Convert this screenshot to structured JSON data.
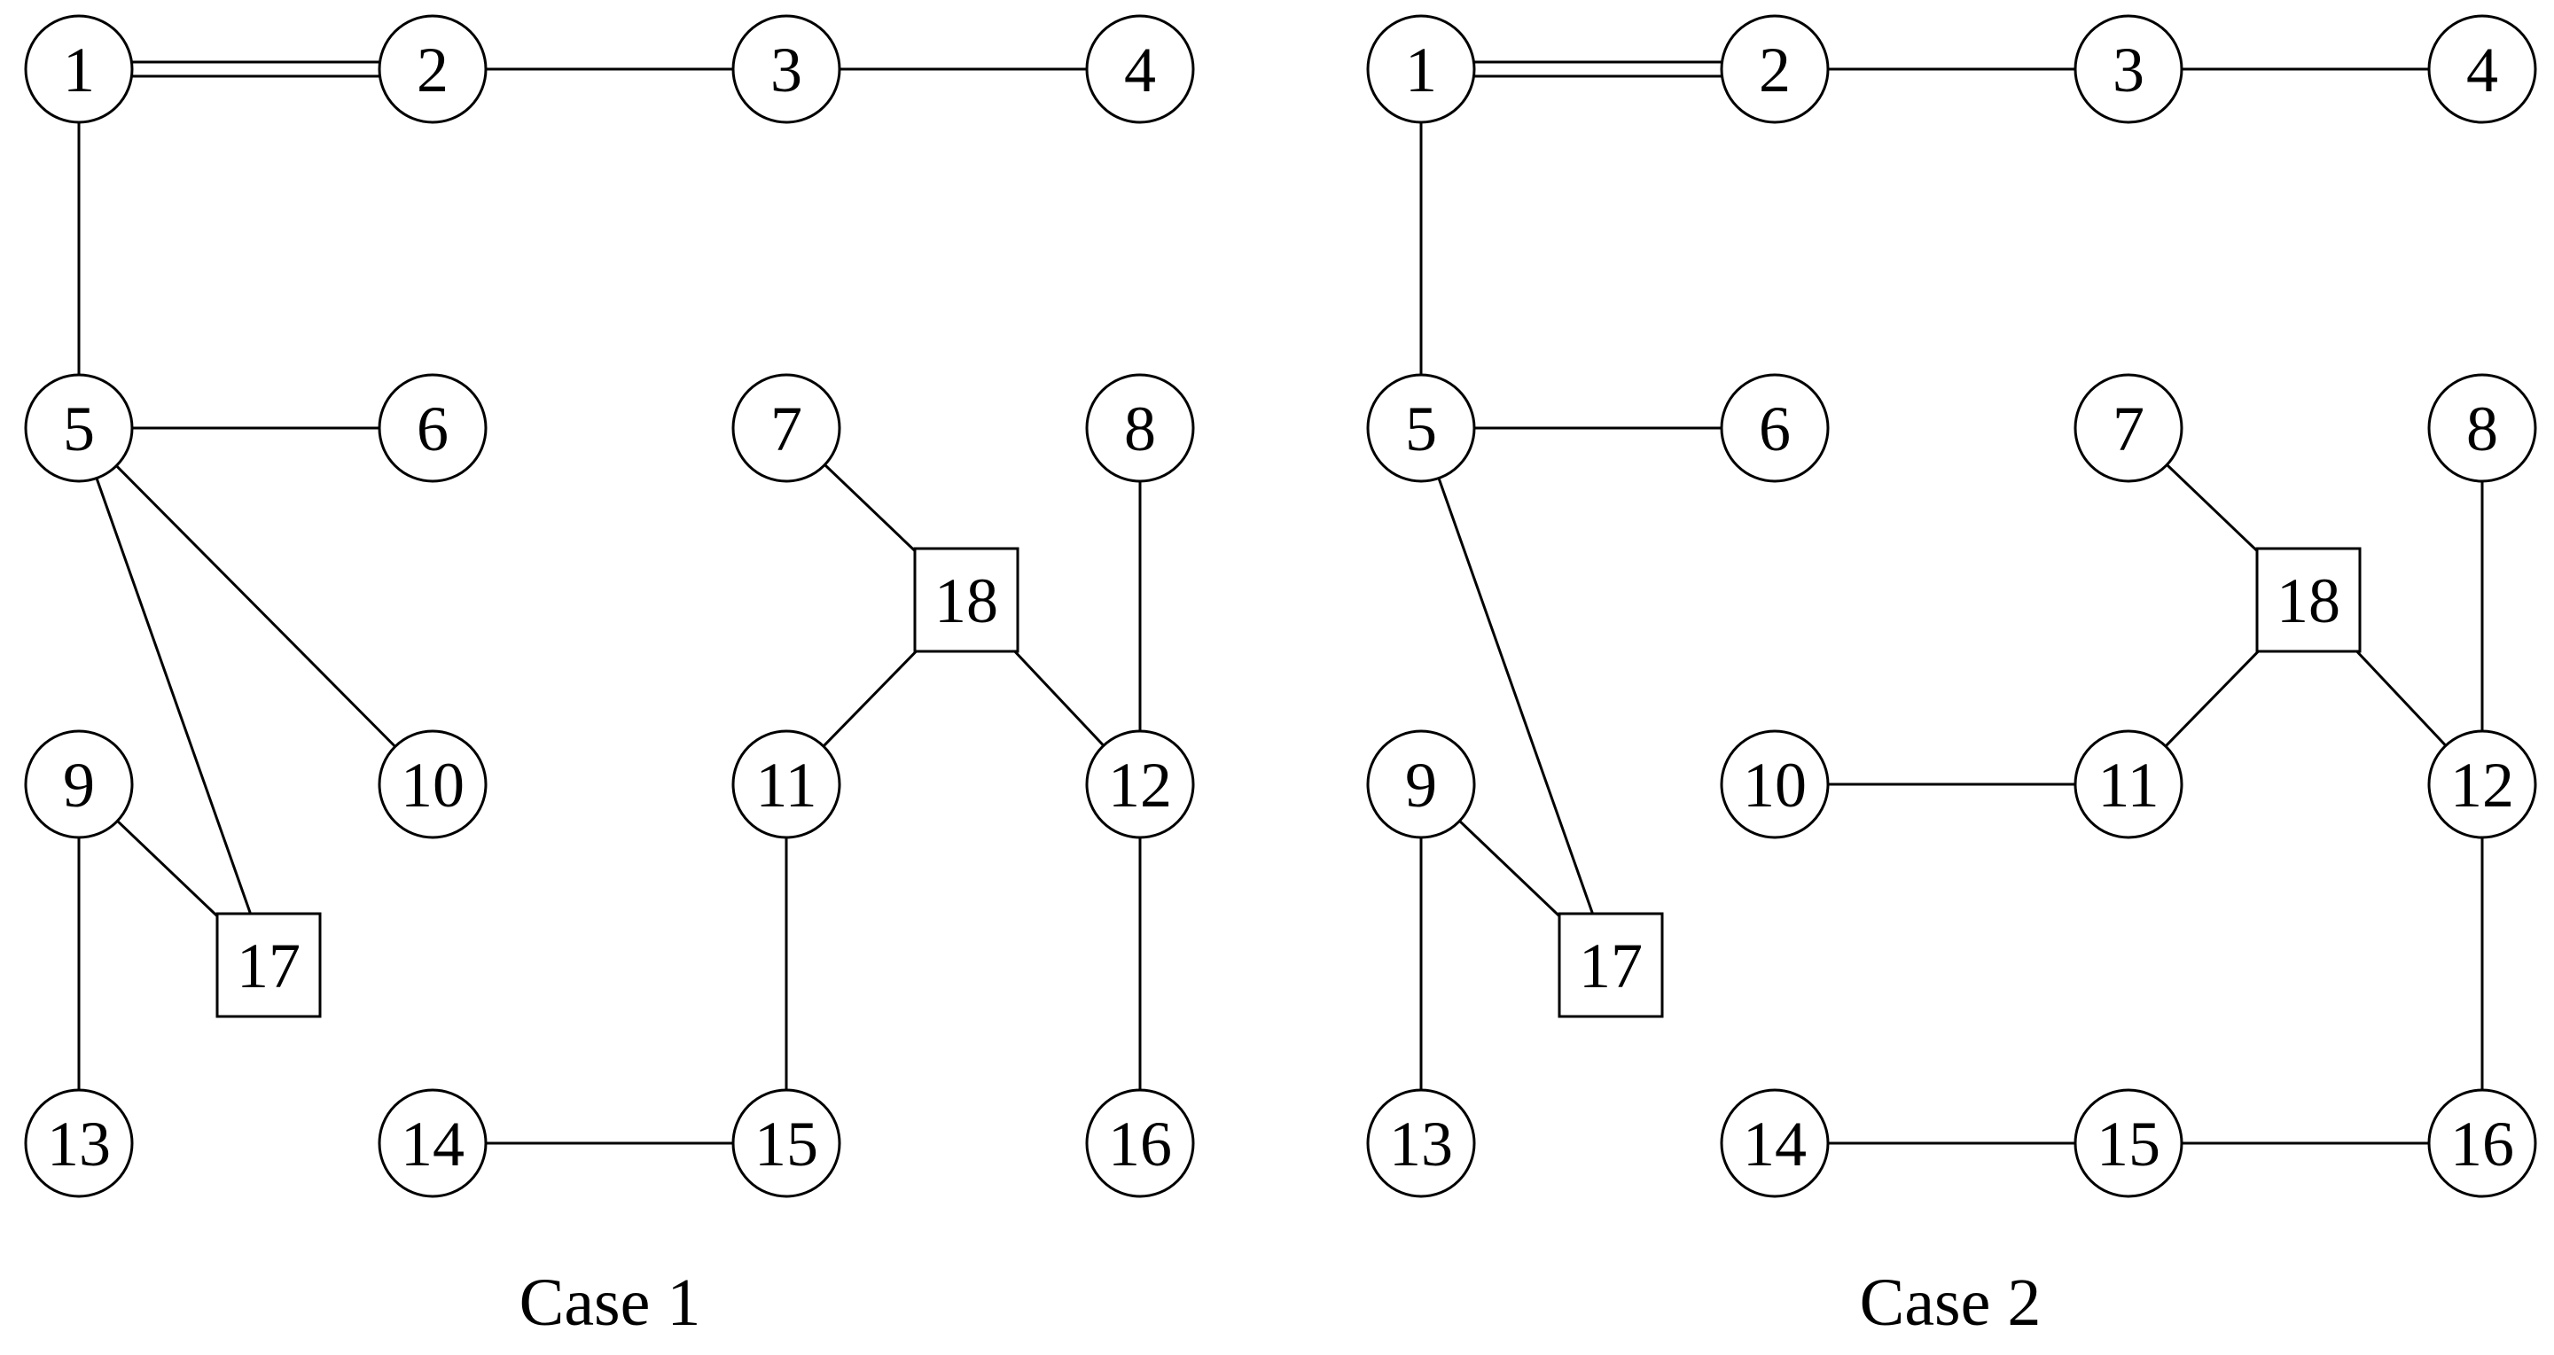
{
  "colors": {
    "stroke": "#000000",
    "background": "#ffffff",
    "text": "#000000"
  },
  "diagrams": [
    {
      "caption": "Case 1",
      "nodes": [
        {
          "id": "1",
          "shape": "circle"
        },
        {
          "id": "2",
          "shape": "circle"
        },
        {
          "id": "3",
          "shape": "circle"
        },
        {
          "id": "4",
          "shape": "circle"
        },
        {
          "id": "5",
          "shape": "circle"
        },
        {
          "id": "6",
          "shape": "circle"
        },
        {
          "id": "7",
          "shape": "circle"
        },
        {
          "id": "8",
          "shape": "circle"
        },
        {
          "id": "9",
          "shape": "circle"
        },
        {
          "id": "10",
          "shape": "circle"
        },
        {
          "id": "11",
          "shape": "circle"
        },
        {
          "id": "12",
          "shape": "circle"
        },
        {
          "id": "13",
          "shape": "circle"
        },
        {
          "id": "14",
          "shape": "circle"
        },
        {
          "id": "15",
          "shape": "circle"
        },
        {
          "id": "16",
          "shape": "circle"
        },
        {
          "id": "17",
          "shape": "square"
        },
        {
          "id": "18",
          "shape": "square"
        }
      ],
      "edges": [
        {
          "from": "1",
          "to": "2",
          "style": "double"
        },
        {
          "from": "2",
          "to": "3",
          "style": "single"
        },
        {
          "from": "3",
          "to": "4",
          "style": "single"
        },
        {
          "from": "1",
          "to": "5",
          "style": "single"
        },
        {
          "from": "5",
          "to": "6",
          "style": "single"
        },
        {
          "from": "5",
          "to": "10",
          "style": "single"
        },
        {
          "from": "5",
          "to": "17",
          "style": "single"
        },
        {
          "from": "9",
          "to": "17",
          "style": "single"
        },
        {
          "from": "9",
          "to": "13",
          "style": "single"
        },
        {
          "from": "7",
          "to": "18",
          "style": "single"
        },
        {
          "from": "18",
          "to": "11",
          "style": "single"
        },
        {
          "from": "18",
          "to": "12",
          "style": "single"
        },
        {
          "from": "8",
          "to": "12",
          "style": "single"
        },
        {
          "from": "11",
          "to": "15",
          "style": "single"
        },
        {
          "from": "14",
          "to": "15",
          "style": "single"
        },
        {
          "from": "12",
          "to": "16",
          "style": "single"
        }
      ]
    },
    {
      "caption": "Case 2",
      "nodes": [
        {
          "id": "1",
          "shape": "circle"
        },
        {
          "id": "2",
          "shape": "circle"
        },
        {
          "id": "3",
          "shape": "circle"
        },
        {
          "id": "4",
          "shape": "circle"
        },
        {
          "id": "5",
          "shape": "circle"
        },
        {
          "id": "6",
          "shape": "circle"
        },
        {
          "id": "7",
          "shape": "circle"
        },
        {
          "id": "8",
          "shape": "circle"
        },
        {
          "id": "9",
          "shape": "circle"
        },
        {
          "id": "10",
          "shape": "circle"
        },
        {
          "id": "11",
          "shape": "circle"
        },
        {
          "id": "12",
          "shape": "circle"
        },
        {
          "id": "13",
          "shape": "circle"
        },
        {
          "id": "14",
          "shape": "circle"
        },
        {
          "id": "15",
          "shape": "circle"
        },
        {
          "id": "16",
          "shape": "circle"
        },
        {
          "id": "17",
          "shape": "square"
        },
        {
          "id": "18",
          "shape": "square"
        }
      ],
      "edges": [
        {
          "from": "1",
          "to": "2",
          "style": "double"
        },
        {
          "from": "2",
          "to": "3",
          "style": "single"
        },
        {
          "from": "3",
          "to": "4",
          "style": "single"
        },
        {
          "from": "1",
          "to": "5",
          "style": "single"
        },
        {
          "from": "5",
          "to": "6",
          "style": "single"
        },
        {
          "from": "5",
          "to": "17",
          "style": "single"
        },
        {
          "from": "9",
          "to": "17",
          "style": "single"
        },
        {
          "from": "9",
          "to": "13",
          "style": "single"
        },
        {
          "from": "7",
          "to": "18",
          "style": "single"
        },
        {
          "from": "18",
          "to": "11",
          "style": "single"
        },
        {
          "from": "18",
          "to": "12",
          "style": "single"
        },
        {
          "from": "8",
          "to": "12",
          "style": "single"
        },
        {
          "from": "10",
          "to": "11",
          "style": "single"
        },
        {
          "from": "12",
          "to": "16",
          "style": "single"
        },
        {
          "from": "14",
          "to": "15",
          "style": "single"
        },
        {
          "from": "15",
          "to": "16",
          "style": "single"
        }
      ]
    }
  ]
}
